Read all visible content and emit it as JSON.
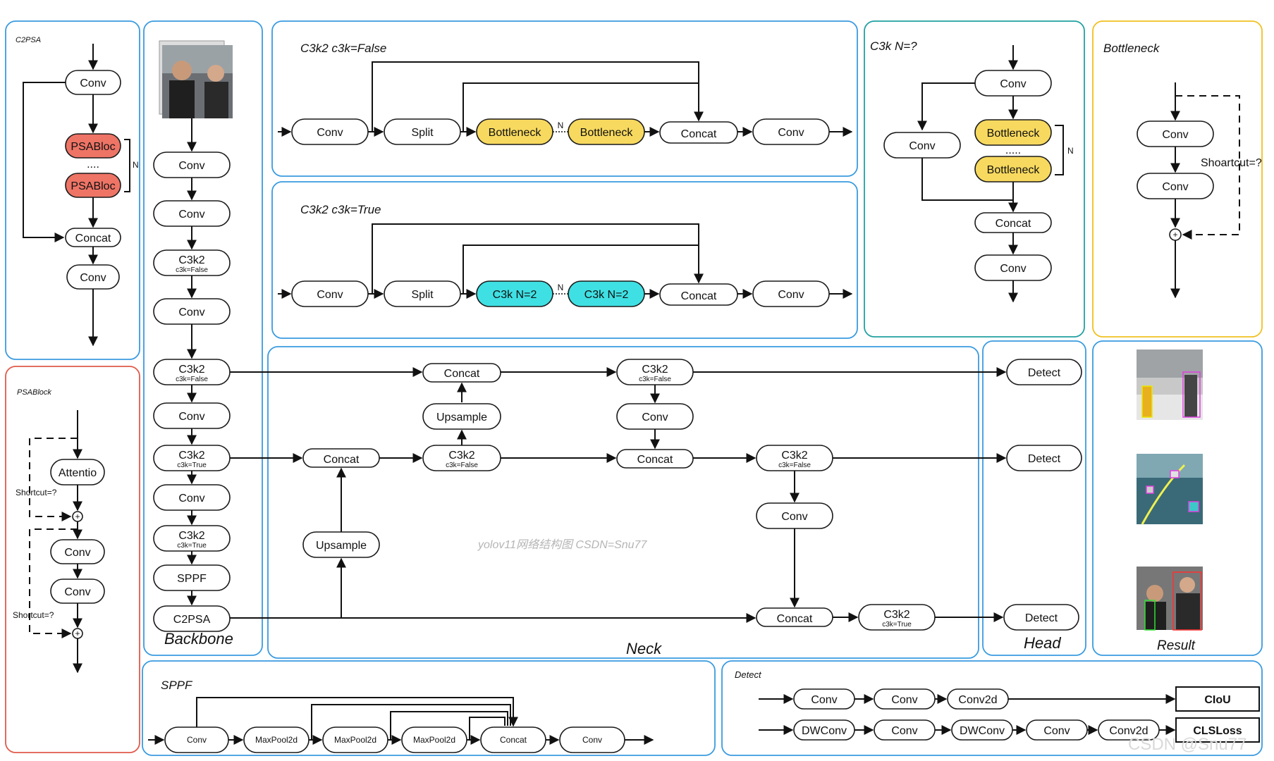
{
  "colors": {
    "blue": "#3a9be0",
    "red": "#e05a4a",
    "teal": "#22a0a0",
    "gold": "#f0c020",
    "yellow_fill": "#f7d95f",
    "cyan_fill": "#3fe0e3",
    "red_fill": "#ee7466"
  },
  "panels": {
    "c2psa": "C2PSA",
    "psablock": "PSABlock",
    "backbone": "Backbone",
    "c3k2_false": "C3k2  c3k=False",
    "c3k2_true": "C3k2  c3k=True",
    "c3k": "C3k N=?",
    "bottleneck": "Bottleneck",
    "neck": "Neck",
    "head": "Head",
    "result": "Result",
    "sppf": "SPPF",
    "detect": "Detect"
  },
  "labels": {
    "conv": "Conv",
    "concat": "Concat",
    "split": "Split",
    "bottleneck": "Bottleneck",
    "c3k_n2": "C3k  N=2",
    "psabloc": "PSABloc",
    "attentio": "Attentio",
    "dots4": "....",
    "dots5": ".....",
    "n": "N",
    "c3k2": "C3k2",
    "c3k_false": "c3k=False",
    "c3k_true": "c3k=True",
    "sppf": "SPPF",
    "c2psa": "C2PSA",
    "upsample": "Upsample",
    "detect": "Detect",
    "maxpool": "MaxPool2d",
    "conv2d": "Conv2d",
    "dwconv": "DWConv",
    "ciou": "CIoU",
    "clsloss": "CLSLoss",
    "shortcut": "Shortcut=?",
    "shoartcut": "Shoartcut=?",
    "plus": "+"
  },
  "watermark": "yolov11网络结构图 CSDN=Snu77",
  "corner_watermark": "CSDN @Snu77"
}
